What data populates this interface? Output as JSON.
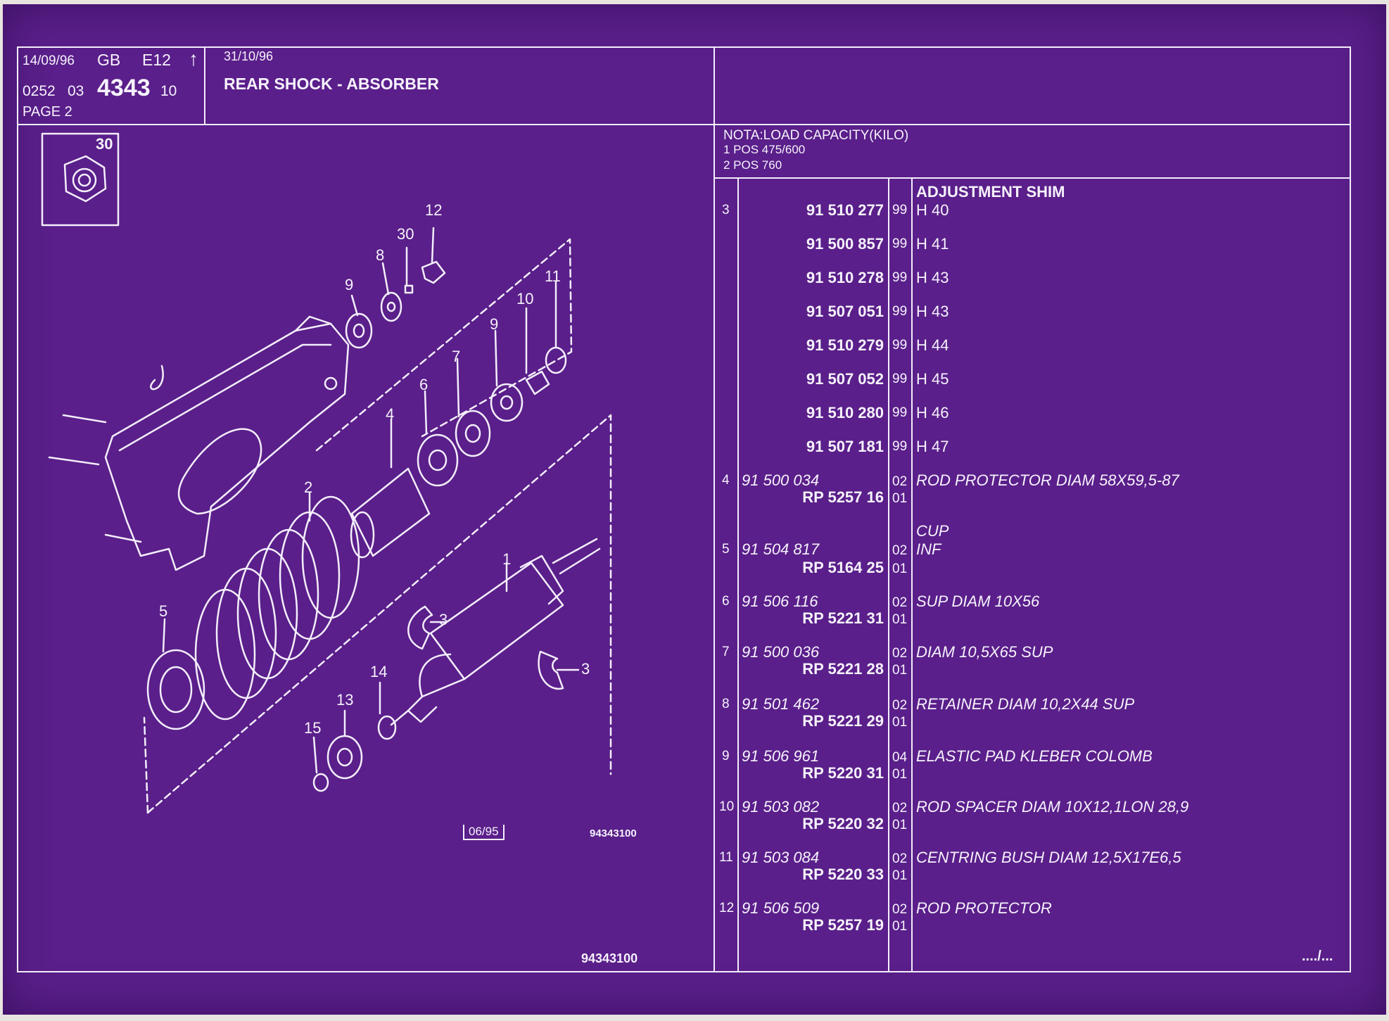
{
  "header": {
    "date1": "14/09/96",
    "lang": "GB",
    "edition": "E12",
    "arrow": "↑",
    "date2": "31/10/96",
    "ref_a": "0252",
    "ref_b": "03",
    "ref_main": "4343",
    "ref_c": "10",
    "page": "PAGE  2",
    "title": "REAR SHOCK - ABSORBER"
  },
  "inset": {
    "label": "30"
  },
  "note": {
    "line1": "NOTA:LOAD CAPACITY(KILO)",
    "line2": "1 POS 475/600",
    "line3": "2 POS 760"
  },
  "drawing": {
    "callouts": [
      "30",
      "12",
      "8",
      "9",
      "11",
      "10",
      "9",
      "7",
      "6",
      "4",
      "2",
      "1",
      "3",
      "3",
      "5",
      "14",
      "13",
      "15"
    ],
    "stamp": "06/95",
    "ref_small": "94343100",
    "ref_bottom": "94343100"
  },
  "parts": [
    {
      "pos": "3",
      "pn": "91 510 277",
      "pn_style": "bold",
      "q": "99",
      "desc": "H 40",
      "header": "ADJUSTMENT SHIM"
    },
    {
      "pos": "",
      "pn": "91 500 857",
      "pn_style": "bold",
      "q": "99",
      "desc": "H 41"
    },
    {
      "pos": "",
      "pn": "91 510 278",
      "pn_style": "bold",
      "q": "99",
      "desc": "H 43"
    },
    {
      "pos": "",
      "pn": "91 507 051",
      "pn_style": "bold",
      "q": "99",
      "desc": "H 43"
    },
    {
      "pos": "",
      "pn": "91 510 279",
      "pn_style": "bold",
      "q": "99",
      "desc": "H 44"
    },
    {
      "pos": "",
      "pn": "91 507 052",
      "pn_style": "bold",
      "q": "99",
      "desc": "H 45"
    },
    {
      "pos": "",
      "pn": "91 510 280",
      "pn_style": "bold",
      "q": "99",
      "desc": "H 46"
    },
    {
      "pos": "",
      "pn": "91 507 181",
      "pn_style": "bold",
      "q": "99",
      "desc": "H 47"
    },
    {
      "pos": "4",
      "pn": "91 500 034",
      "rp": "RP  5257 16",
      "q": "02",
      "q2": "01",
      "desc": "ROD PROTECTOR DIAM 58X59,5-87"
    },
    {
      "pos": "5",
      "pn": "91 504 817",
      "rp": "RP  5164 25",
      "q": "02",
      "q2": "01",
      "desc": "INF",
      "pre": "CUP"
    },
    {
      "pos": "6",
      "pn": "91 506 116",
      "rp": "RP  5221 31",
      "q": "02",
      "q2": "01",
      "desc": "SUP DIAM 10X56"
    },
    {
      "pos": "7",
      "pn": "91 500 036",
      "rp": "RP  5221 28",
      "q": "02",
      "q2": "01",
      "desc": "DIAM 10,5X65 SUP"
    },
    {
      "pos": "8",
      "pn": "91 501 462",
      "rp": "RP  5221 29",
      "q": "02",
      "q2": "01",
      "desc": "RETAINER DIAM 10,2X44 SUP"
    },
    {
      "pos": "9",
      "pn": "91 506 961",
      "rp": "RP  5220 31",
      "q": "04",
      "q2": "01",
      "desc": "ELASTIC PAD KLEBER COLOMB"
    },
    {
      "pos": "10",
      "pn": "91 503 082",
      "rp": "RP  5220 32",
      "q": "02",
      "q2": "01",
      "desc": "ROD SPACER DIAM 10X12,1LON 28,9"
    },
    {
      "pos": "11",
      "pn": "91 503 084",
      "rp": "RP  5220 33",
      "q": "02",
      "q2": "01",
      "desc": "CENTRING BUSH DIAM 12,5X17E6,5"
    },
    {
      "pos": "12",
      "pn": "91 506 509",
      "rp": "RP  5257 19",
      "q": "02",
      "q2": "01",
      "desc": "ROD PROTECTOR"
    }
  ],
  "continued": "..../...",
  "colors": {
    "background": "#5a1f8a",
    "ink": "#f4eefc"
  }
}
